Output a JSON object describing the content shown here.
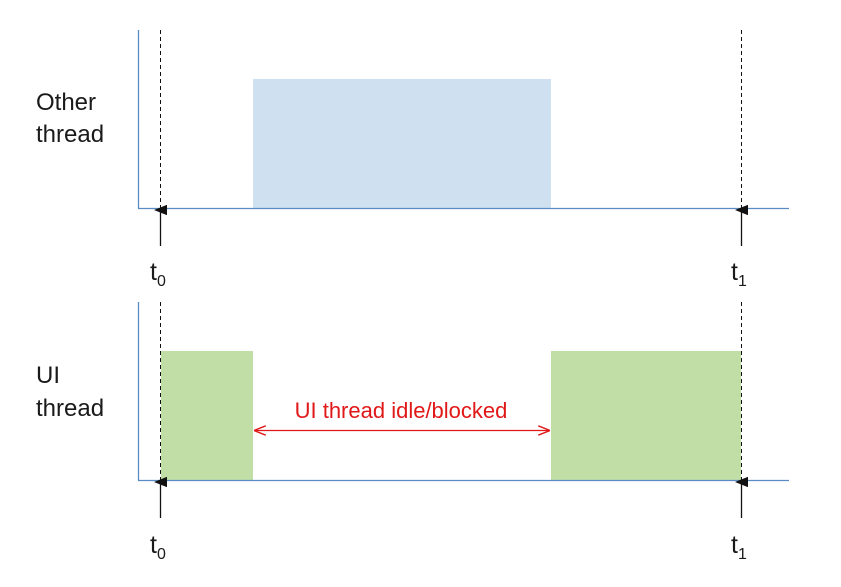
{
  "colors": {
    "axis": "#5b8bc4",
    "other_thread_block": "#cfe0f1",
    "ui_thread_block": "#c0dea6",
    "annotation": "#e01818",
    "marker": "#111111"
  },
  "rows": [
    {
      "label_lines": [
        "Other",
        "thread"
      ],
      "markers": [
        {
          "base": "t",
          "sub": "0"
        },
        {
          "base": "t",
          "sub": "1"
        }
      ]
    },
    {
      "label_lines": [
        "UI",
        "thread"
      ],
      "markers": [
        {
          "base": "t",
          "sub": "0"
        },
        {
          "base": "t",
          "sub": "1"
        }
      ]
    }
  ],
  "annotation": {
    "text": "UI thread idle/blocked"
  }
}
